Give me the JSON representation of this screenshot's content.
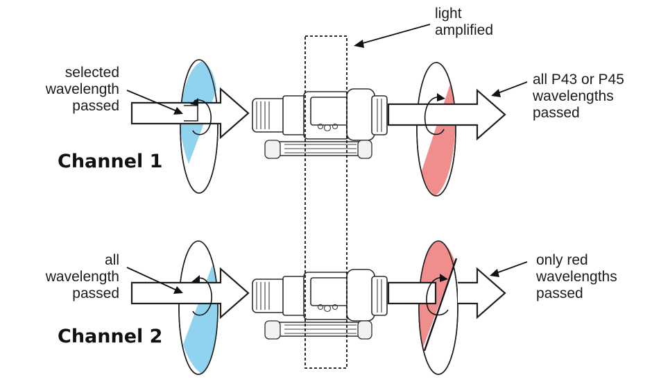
{
  "colors": {
    "blue_filter": "#8fd3ef",
    "red_filter": "#ef8e8c",
    "outline": "#1e1e1e"
  },
  "labels": {
    "amplifier": [
      "light",
      "amplified"
    ],
    "ch1_input": [
      "selected",
      "wavelength",
      "passed"
    ],
    "ch1_output": [
      "all P43 or P45",
      "wavelengths",
      "passed"
    ],
    "ch2_input": [
      "all",
      "wavelength",
      "passed"
    ],
    "ch2_output": [
      "only red",
      "wavelengths",
      "passed"
    ]
  },
  "channels": [
    "Channel 1",
    "Channel 2"
  ],
  "icons": {
    "device": "night-vision-monocular-icon",
    "filter_wheel": "filter-wheel-icon",
    "rotation": "rotation-arrow-icon"
  }
}
